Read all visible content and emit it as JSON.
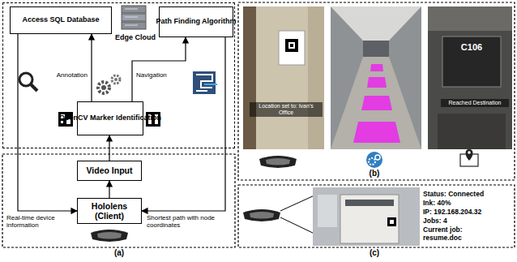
{
  "diagram": {
    "nodes": [
      {
        "text": [
          "Edge Cloud"
        ]
      },
      {
        "text": [
          "Access SQL Database"
        ],
        "in": 0
      },
      {
        "text": [
          "Path Finding Algorithm"
        ],
        "in": 0
      },
      {
        "text": [
          "OpenCV Marker Identification"
        ],
        "in": 0
      },
      {
        "text": [
          "Video Input"
        ]
      },
      {
        "text": [
          "Hololens (Client)"
        ]
      }
    ],
    "edges": [
      {
        "from": 3,
        "to": 1,
        "label": "Annotation",
        "arrow": "to"
      },
      {
        "from": 3,
        "to": 2,
        "label": "Navigation",
        "arrow": "to"
      },
      {
        "from": 4,
        "to": 3,
        "arrow": "to"
      },
      {
        "from": 5,
        "to": 4,
        "arrow": "to"
      },
      {
        "from": 1,
        "to": 5,
        "label": "Real-time device information",
        "arrow": "to"
      },
      {
        "from": 2,
        "to": 5,
        "label": "Shortest path with node coordinates",
        "arrow": "to"
      }
    ],
    "labels": [
      "(a)",
      "Location set to: Ivan's Office",
      "C106",
      "Reached Destination",
      "(b)",
      "Status: Connected",
      "Ink: 40%",
      "IP: 192.168.204.32",
      "Jobs: 4",
      "Current job: resume.doc",
      "(c)"
    ]
  }
}
